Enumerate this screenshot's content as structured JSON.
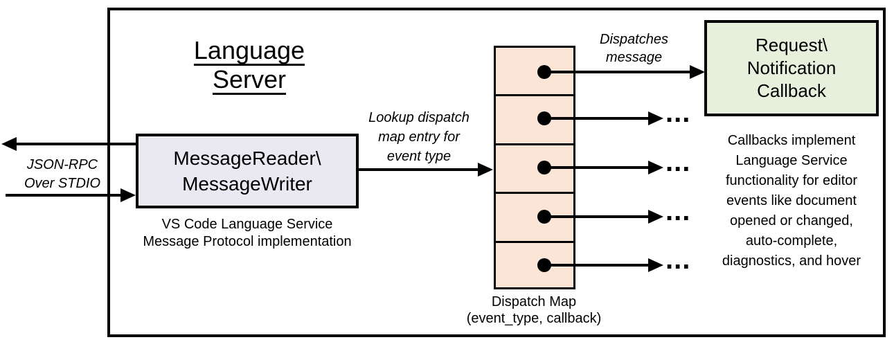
{
  "title": "Language Server",
  "io_label": {
    "lines": [
      "JSON-RPC",
      "Over STDIO"
    ]
  },
  "reader_box": {
    "lines": [
      "MessageReader\\",
      "MessageWriter"
    ],
    "caption": [
      "VS Code Language Service",
      "Message Protocol implementation"
    ]
  },
  "lookup_label": {
    "lines": [
      "Lookup dispatch",
      "map entry for",
      "event type"
    ]
  },
  "dispatches_label": {
    "lines": [
      "Dispatches",
      "message"
    ]
  },
  "dispatch_map": {
    "row_count": 5,
    "ellipsis": "...",
    "label": [
      "Dispatch Map",
      "(event_type, callback)"
    ]
  },
  "callback_box": {
    "lines": [
      "Request\\",
      "Notification",
      "Callback"
    ]
  },
  "callbacks_note": {
    "lines": [
      "Callbacks implement",
      "Language Service",
      "functionality for editor",
      "events like document",
      "opened or changed,",
      "auto-complete,",
      "diagnostics, and hover"
    ]
  },
  "colors": {
    "reader_fill": "#EAE8F0",
    "dispatch_fill": "#FBE5D6",
    "callback_fill": "#E7EFDD",
    "line": "#000000"
  }
}
